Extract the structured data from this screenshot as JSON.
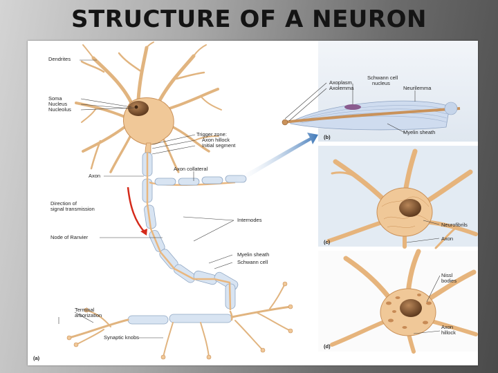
{
  "title": "STRUCTURE OF A NEURON",
  "labels_a": {
    "dendrites": "Dendrites",
    "soma": "Soma",
    "nucleus": "Nucleus",
    "nucleolus": "Nucleolus",
    "trigger_zone_1": "Trigger zone:",
    "trigger_zone_2": "Axon hillock",
    "trigger_zone_3": "Initial segment",
    "axon_collateral": "Axon collateral",
    "axon": "Axon",
    "direction_1": "Direction of",
    "direction_2": "signal transmission",
    "node_of_ranvier": "Node of Ranvier",
    "internodes": "Internodes",
    "myelin_sheath": "Myelin sheath",
    "schwann_cell": "Schwann cell",
    "terminal_1": "Terminal",
    "terminal_2": "arborization",
    "synaptic_knobs": "Synaptic knobs",
    "panel": "(a)"
  },
  "labels_b": {
    "schwann_nucleus_1": "Schwann cell",
    "schwann_nucleus_2": "nucleus",
    "axoplasm": "Axoplasm",
    "axolemma": "Axolemma",
    "neurilemma": "Neurilemma",
    "myelin_sheath": "Myelin sheath",
    "panel": "(b)"
  },
  "labels_c": {
    "neurofibrils": "Neurofibrils",
    "axon": "Axon",
    "panel": "(c)"
  },
  "labels_d": {
    "nissl_1": "Nissl",
    "nissl_2": "bodies",
    "hillock_1": "Axon",
    "hillock_2": "hillock",
    "panel": "(d)"
  },
  "colors": {
    "cell_body": "#f0c898",
    "cell_outline": "#c98f56",
    "nucleus": "#8a5a32",
    "myelin": "#d8e4f2",
    "arrow_red": "#d42a1a",
    "panel_c_bg": "#e3ebf3",
    "panel_b_bg": "#e6edf4"
  }
}
